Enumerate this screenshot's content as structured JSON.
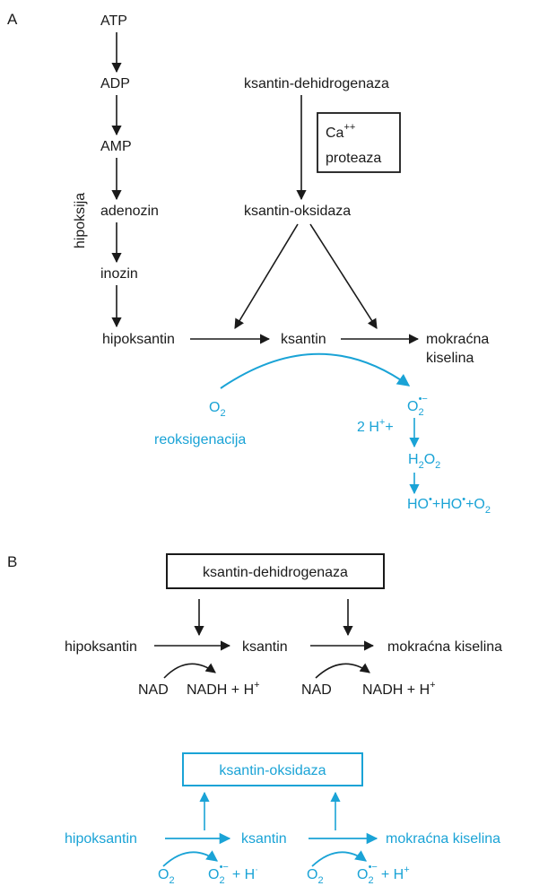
{
  "colors": {
    "text": "#1a1a1a",
    "accent": "#1aa3d6"
  },
  "panel_a": {
    "letter": "A",
    "side_label": "hipoksija",
    "chain": [
      "ATP",
      "ADP",
      "AMP",
      "adenozin",
      "inozin"
    ],
    "xdh": "ksantin-dehidrogenaza",
    "ca_box": {
      "line1": "Ca",
      "sup": "++",
      "line2": "proteaza"
    },
    "xo": "ksantin-oksidaza",
    "hypoxanthine": "hipoksantin",
    "xanthine": "ksantin",
    "uric_1": "mokraćna",
    "uric_2": "kiselina",
    "o2": "O",
    "o2_sub": "2",
    "reox": "reoksigenacija",
    "superoxide": "O",
    "superoxide_sub": "2",
    "superoxide_sup": "•−",
    "protons": "2 H",
    "protons_sup": "+",
    "protons_plus": "+",
    "h2o2_h": "H",
    "h2o2_s1": "2",
    "h2o2_o": "O",
    "h2o2_s2": "2",
    "products_ho1": "HO",
    "products_dot1": "•",
    "products_plus1": "+",
    "products_ho2": "HO",
    "products_dot2": "•",
    "products_plus2": "+",
    "products_o": "O",
    "products_sub": "2"
  },
  "panel_b": {
    "letter": "B",
    "xdh_box": "ksantin-dehidrogenaza",
    "hypoxanthine": "hipoksantin",
    "xanthine": "ksantin",
    "uric": "mokraćna kiselina",
    "nad1": "NAD",
    "nadh1": "NADH + H",
    "nadh1_sup": "+",
    "nad2": "NAD",
    "nadh2": "NADH + H",
    "nadh2_sup": "+",
    "xo_box": "ksantin-oksidaza",
    "c_hypoxanthine": "hipoksantin",
    "c_xanthine": "ksantin",
    "c_uric": "mokraćna kiselina",
    "o2a": "O",
    "o2a_sub": "2",
    "sup1": "O",
    "sup1_sub": "2",
    "sup1_sup": "•−",
    "sup1_rest": "+ H",
    "sup1_rest_sup": "·",
    "o2b": "O",
    "o2b_sub": "2",
    "sup2": "O",
    "sup2_sub": "2",
    "sup2_sup": "•−",
    "sup2_rest": "+ H",
    "sup2_rest_sup": "+"
  }
}
